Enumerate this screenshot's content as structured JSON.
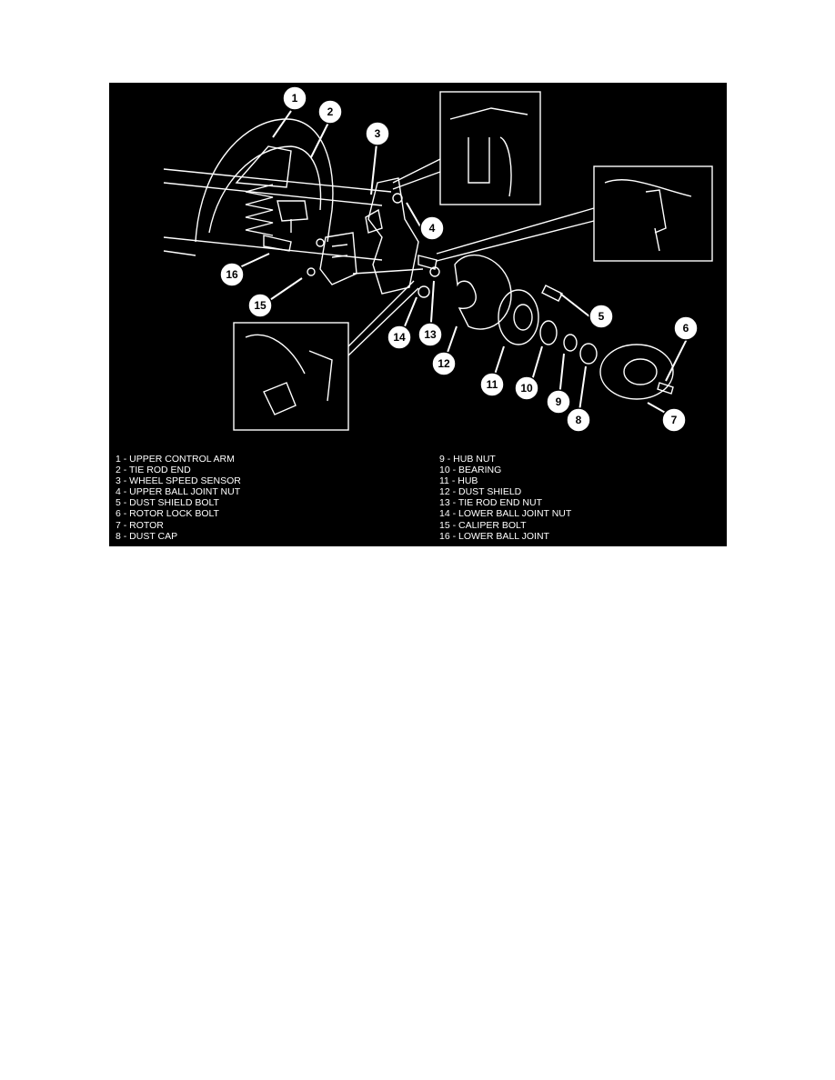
{
  "figure": {
    "callout_numbers": [
      "1",
      "2",
      "3",
      "4",
      "5",
      "6",
      "7",
      "8",
      "9",
      "10",
      "11",
      "12",
      "13",
      "14",
      "15",
      "16"
    ],
    "legend_left": [
      "1 - UPPER CONTROL ARM",
      "2 - TIE ROD END",
      "3 - WHEEL SPEED SENSOR",
      "4 - UPPER BALL JOINT NUT",
      "5 - DUST SHIELD BOLT",
      "6 - ROTOR LOCK BOLT",
      "7 - ROTOR",
      "8 - DUST CAP"
    ],
    "legend_right": [
      "9 - HUB NUT",
      "10 - BEARING",
      "11 - HUB",
      "12 - DUST SHIELD",
      "13 - TIE ROD END NUT",
      "14 - LOWER BALL JOINT NUT",
      "15 - CALIPER BOLT",
      "16 - LOWER BALL JOINT"
    ]
  }
}
